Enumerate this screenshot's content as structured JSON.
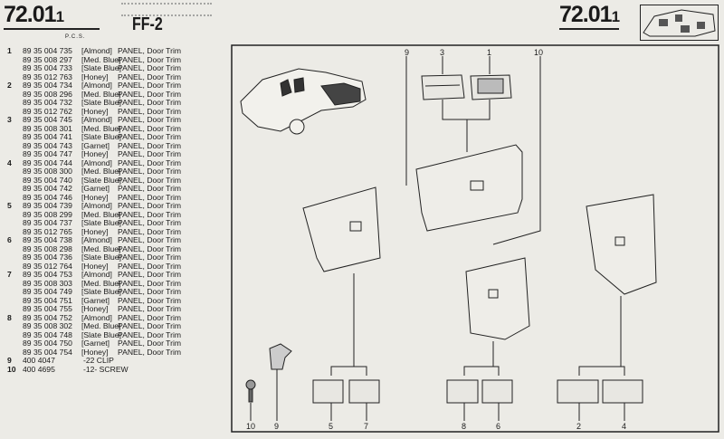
{
  "header": {
    "page_number": "72.01",
    "page_suffix": "1",
    "pcs_label": "P.C.S.",
    "model": "FF-2"
  },
  "parts": [
    {
      "item": "1",
      "part": "89 35 004 735",
      "color": "Almond",
      "desc": "PANEL, Door Trim"
    },
    {
      "item": "",
      "part": "89 35 008 297",
      "color": "Med. Blue",
      "desc": "PANEL, Door Trim"
    },
    {
      "item": "",
      "part": "89 35 004 733",
      "color": "Slate Blue",
      "desc": "PANEL, Door Trim"
    },
    {
      "item": "",
      "part": "89 35 012 763",
      "color": "Honey",
      "desc": "PANEL, Door Trim"
    },
    {
      "item": "2",
      "part": "89 35 004 734",
      "color": "Almond",
      "desc": "PANEL, Door Trim"
    },
    {
      "item": "",
      "part": "89 35 008 296",
      "color": "Med. Blue",
      "desc": "PANEL, Door Trim"
    },
    {
      "item": "",
      "part": "89 35 004 732",
      "color": "Slate Blue",
      "desc": "PANEL, Door Trim"
    },
    {
      "item": "",
      "part": "89 35 012 762",
      "color": "Honey",
      "desc": "PANEL, Door Trim"
    },
    {
      "item": "3",
      "part": "89 35 004 745",
      "color": "Almond",
      "desc": "PANEL, Door Trim"
    },
    {
      "item": "",
      "part": "89 35 008 301",
      "color": "Med. Blue",
      "desc": "PANEL, Door Trim"
    },
    {
      "item": "",
      "part": "89 35 004 741",
      "color": "Slate Blue",
      "desc": "PANEL, Door Trim"
    },
    {
      "item": "",
      "part": "89 35 004 743",
      "color": "Garnet",
      "desc": "PANEL, Door Trim"
    },
    {
      "item": "",
      "part": "89 35 004 747",
      "color": "Honey",
      "desc": "PANEL, Door Trim"
    },
    {
      "item": "4",
      "part": "89 35 004 744",
      "color": "Almond",
      "desc": "PANEL, Door Trim"
    },
    {
      "item": "",
      "part": "89 35 008 300",
      "color": "Med. Blue",
      "desc": "PANEL, Door Trim"
    },
    {
      "item": "",
      "part": "89 35 004 740",
      "color": "Slate Blue",
      "desc": "PANEL, Door Trim"
    },
    {
      "item": "",
      "part": "89 35 004 742",
      "color": "Garnet",
      "desc": "PANEL, Door Trim"
    },
    {
      "item": "",
      "part": "89 35 004 746",
      "color": "Honey",
      "desc": "PANEL, Door Trim"
    },
    {
      "item": "5",
      "part": "89 35 004 739",
      "color": "Almond",
      "desc": "PANEL, Door Trim"
    },
    {
      "item": "",
      "part": "89 35 008 299",
      "color": "Med. Blue",
      "desc": "PANEL, Door Trim"
    },
    {
      "item": "",
      "part": "89 35 004 737",
      "color": "Slate Blue",
      "desc": "PANEL, Door Trim"
    },
    {
      "item": "",
      "part": "89 35 012 765",
      "color": "Honey",
      "desc": "PANEL, Door Trim"
    },
    {
      "item": "6",
      "part": "89 35 004 738",
      "color": "Almond",
      "desc": "PANEL, Door Trim"
    },
    {
      "item": "",
      "part": "89 35 008 298",
      "color": "Med. Blue",
      "desc": "PANEL, Door Trim"
    },
    {
      "item": "",
      "part": "89 35 004 736",
      "color": "Slate Blue",
      "desc": "PANEL, Door Trim"
    },
    {
      "item": "",
      "part": "89 35 012 764",
      "color": "Honey",
      "desc": "PANEL, Door Trim"
    },
    {
      "item": "7",
      "part": "89 35 004 753",
      "color": "Almond",
      "desc": "PANEL, Door Trim"
    },
    {
      "item": "",
      "part": "89 35 008 303",
      "color": "Med. Blue",
      "desc": "PANEL, Door Trim"
    },
    {
      "item": "",
      "part": "89 35 004 749",
      "color": "Slate Blue",
      "desc": "PANEL, Door Trim"
    },
    {
      "item": "",
      "part": "89 35 004 751",
      "color": "Garnet",
      "desc": "PANEL, Door Trim"
    },
    {
      "item": "",
      "part": "89 35 004 755",
      "color": "Honey",
      "desc": "PANEL, Door Trim"
    },
    {
      "item": "8",
      "part": "89 35 004 752",
      "color": "Almond",
      "desc": "PANEL, Door Trim"
    },
    {
      "item": "",
      "part": "89 35 008 302",
      "color": "Med. Blue",
      "desc": "PANEL, Door Trim"
    },
    {
      "item": "",
      "part": "89 35 004 748",
      "color": "Slate Blue",
      "desc": "PANEL, Door Trim"
    },
    {
      "item": "",
      "part": "89 35 004 750",
      "color": "Garnet",
      "desc": "PANEL, Door Trim"
    },
    {
      "item": "",
      "part": "89 35 004 754",
      "color": "Honey",
      "desc": "PANEL, Door Trim"
    },
    {
      "item": "9",
      "part": "400 4047",
      "color": "",
      "desc": "-22 CLIP"
    },
    {
      "item": "10",
      "part": "400 4695",
      "color": "",
      "desc": "-12- SCREW"
    }
  ],
  "diagram": {
    "callouts_top": [
      "9",
      "3",
      "1",
      "10"
    ],
    "callouts_bottom": [
      "10",
      "9",
      "5",
      "7",
      "8",
      "6",
      "2",
      "4"
    ]
  }
}
